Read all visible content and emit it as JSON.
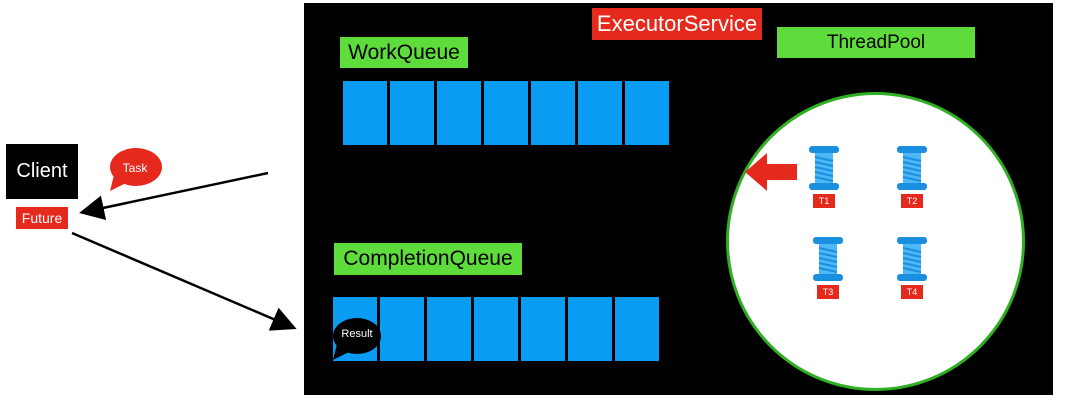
{
  "title": "ExecutorService",
  "work_queue": {
    "label": "WorkQueue",
    "slots": 7
  },
  "completion_queue": {
    "label": "CompletionQueue",
    "slots": 7,
    "result_label": "Result"
  },
  "thread_pool": {
    "label": "ThreadPool",
    "threads": [
      {
        "label": "T1"
      },
      {
        "label": "T2"
      },
      {
        "label": "T3"
      },
      {
        "label": "T4"
      }
    ]
  },
  "client": {
    "label": "Client",
    "future_label": "Future",
    "task_label": "Task"
  },
  "colors": {
    "panel": "#000000",
    "queue_slot": "#0a9cf3",
    "label_green": "#5ddc3c",
    "accent_red": "#e5291c",
    "pool_ring": "#2faf22"
  },
  "icons": [
    "thread-spool-icon",
    "left-arrow-icon",
    "speech-bubble-icon"
  ]
}
